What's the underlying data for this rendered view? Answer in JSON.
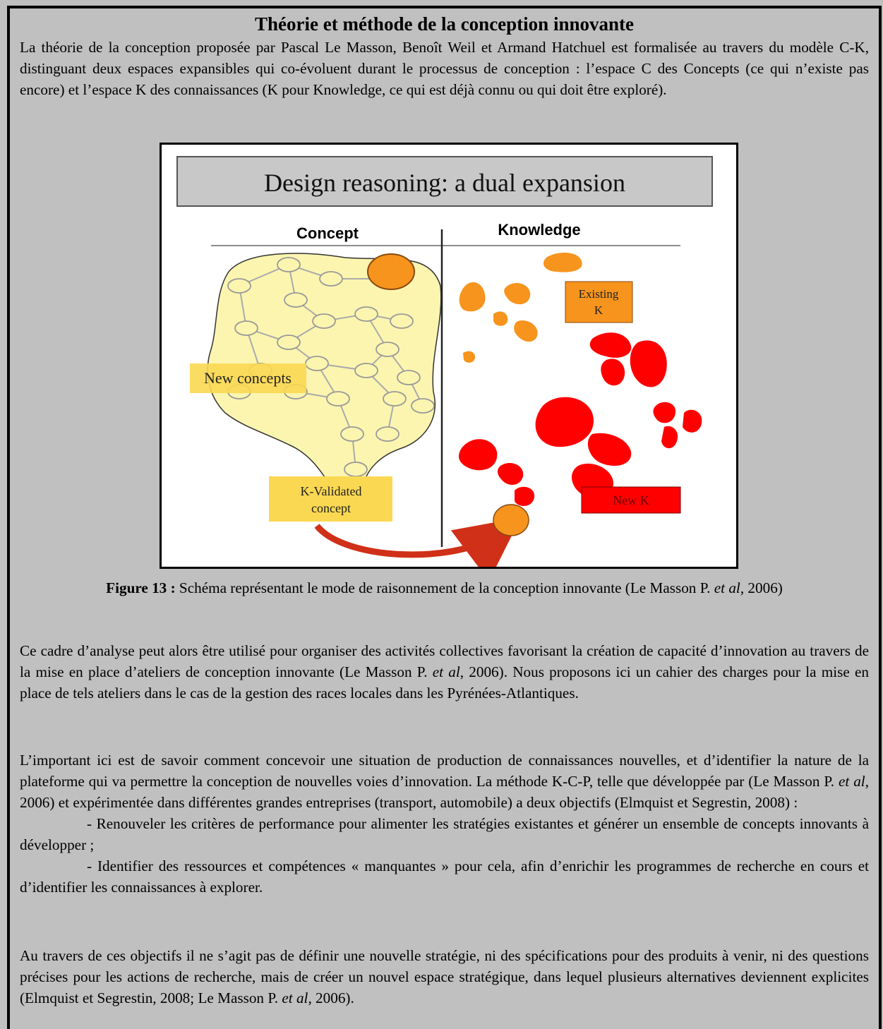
{
  "section": {
    "title": "Théorie et méthode de la conception innovante"
  },
  "paragraphs": {
    "intro": "La théorie de la conception proposée par Pascal Le Masson, Benoît Weil et Armand Hatchuel est formalisée au travers du modèle C-K, distinguant deux espaces expansibles qui co-évoluent durant le processus de conception : l’espace C des Concepts (ce qui n’existe pas encore) et l’espace K des connaissances (K pour Knowledge, ce qui est déjà connu ou qui doit être exploré).",
    "framework_a": "Ce cadre d’analyse peut alors être utilisé pour organiser des activités collectives favorisant la création de capacité d’innovation au travers de la mise en place d’ateliers de conception innovante (Le Masson P. ",
    "framework_etal": "et al",
    "framework_b": ", 2006). Nous proposons ici un cahier des charges pour la mise en place de tels ateliers dans le cas de la gestion des races locales dans les Pyrénées-Atlantiques.",
    "method_a": "L’important ici est de savoir comment concevoir une situation de production de connaissances nouvelles, et d’identifier la nature de la plateforme qui va permettre la conception de nouvelles voies d’innovation. La méthode K-C-P, telle que développée par (Le Masson P. ",
    "method_etal": "et al",
    "method_b": ", 2006) et expérimentée dans différentes grandes entreprises (transport, automobile) a deux objectifs (Elmquist et Segrestin, 2008) :",
    "bullet1": "- Renouveler les critères de performance pour alimenter les stratégies existantes et générer un ensemble de concepts innovants à développer ;",
    "bullet2": "- Identifier des ressources et compétences « manquantes » pour cela, afin d’enrichir les programmes de recherche en cours et d’identifier les connaissances à explorer.",
    "closing_a": "Au travers de ces objectifs il ne s’agit pas de définir une nouvelle stratégie, ni des spécifications pour des produits à venir, ni des questions précises pour les actions de recherche, mais de créer un nouvel espace stratégique, dans lequel plusieurs alternatives deviennent explicites (Elmquist et Segrestin, 2008; Le Masson P. ",
    "closing_etal": "et al",
    "closing_b": ", 2006)."
  },
  "figure": {
    "heading": "Design reasoning: a dual expansion",
    "col_concept": "Concept",
    "col_knowledge": "Knowledge",
    "label_new_concepts": "New concepts",
    "label_existing_k_1": "Existing",
    "label_existing_k_2": "K",
    "label_validated_1": "K-Validated",
    "label_validated_2": "concept",
    "label_new_k": "New K",
    "colors": {
      "concept_blob": "#fbf5b0",
      "label_yellow": "#fbd852",
      "existing_k": "#f7941d",
      "new_k": "#ff0000",
      "arrow": "#d03018"
    }
  },
  "caption": {
    "label": "Figure 13 :",
    "text_a": " Schéma représentant le mode de raisonnement de la conception innovante (Le Masson P. ",
    "etal": "et al",
    "text_b": ", 2006)"
  }
}
